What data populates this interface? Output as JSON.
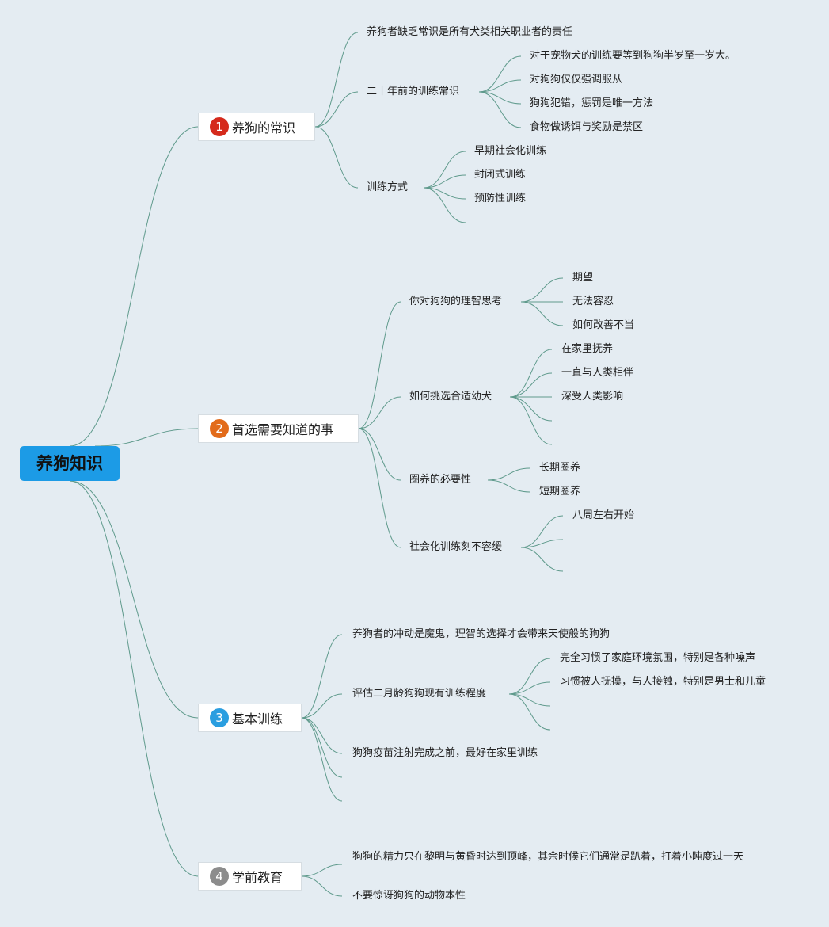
{
  "root": {
    "title": "养狗知识"
  },
  "topics": [
    {
      "number": "1",
      "badge_color": "#d52a1c",
      "title": "养狗的常识",
      "children": [
        {
          "text": "养狗者缺乏常识是所有犬类相关职业者的责任"
        },
        {
          "text": "二十年前的训练常识",
          "children": [
            "对于宠物犬的训练要等到狗狗半岁至一岁大。",
            "对狗狗仅仅强调服从",
            "狗狗犯错，惩罚是唯一方法",
            "食物做诱饵与奖励是禁区"
          ]
        },
        {
          "text": "训练方式",
          "children": [
            "早期社会化训练",
            "封闭式训练",
            "预防性训练",
            ""
          ]
        }
      ]
    },
    {
      "number": "2",
      "badge_color": "#e26b1a",
      "title": "首选需要知道的事",
      "children": [
        {
          "text": "你对狗狗的理智思考",
          "children": [
            "期望",
            "无法容忍",
            "如何改善不当"
          ]
        },
        {
          "text": "如何挑选合适幼犬",
          "children": [
            "在家里抚养",
            "一直与人类相伴",
            "深受人类影响",
            "",
            ""
          ]
        },
        {
          "text": "圈养的必要性",
          "children": [
            "长期圈养",
            "短期圈养"
          ]
        },
        {
          "text": "社会化训练刻不容缓",
          "children": [
            "八周左右开始",
            "",
            ""
          ]
        }
      ]
    },
    {
      "number": "3",
      "badge_color": "#2a9ee0",
      "title": "基本训练",
      "children": [
        {
          "text": "养狗者的冲动是魔鬼，理智的选择才会带来天使般的狗狗"
        },
        {
          "text": "评估二月龄狗狗现有训练程度",
          "children": [
            "完全习惯了家庭环境氛围，特别是各种噪声",
            "习惯被人抚摸，与人接触，特别是男士和儿童",
            "",
            ""
          ]
        },
        {
          "text": "狗狗疫苗注射完成之前，最好在家里训练"
        },
        {
          "text": ""
        },
        {
          "text": ""
        }
      ]
    },
    {
      "number": "4",
      "badge_color": "#8c8c8c",
      "title": "学前教育",
      "children": [
        {
          "text": "狗狗的精力只在黎明与黄昏时达到顶峰，其余时候它们通常是趴着，打着小盹度过一天"
        },
        {
          "text": "不要惊讶狗狗的动物本性"
        }
      ]
    }
  ]
}
